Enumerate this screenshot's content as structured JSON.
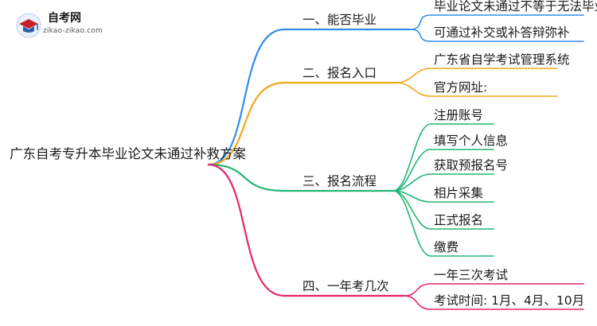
{
  "logo": {
    "title": "自考网",
    "url_text": "zikao-zikao.com"
  },
  "root": {
    "label": "广东自考专升本毕业论文未通过补救方案"
  },
  "branches": [
    {
      "label": "一、能否毕业",
      "color": "#2f8fe6",
      "children": [
        "毕业论文未通过不等于无法毕业",
        "可通过补交或补答辩弥补"
      ]
    },
    {
      "label": "二、报名入口",
      "color": "#f0a81a",
      "children": [
        "广东省自学考试管理系统",
        "官方网址:"
      ]
    },
    {
      "label": "三、报名流程",
      "color": "#22b573",
      "children": [
        "注册账号",
        "填写个人信息",
        "获取预报名号",
        "相片采集",
        "正式报名",
        "缴费"
      ]
    },
    {
      "label": "四、一年考几次",
      "color": "#e8246a",
      "children": [
        "一年三次考试",
        "考试时间: 1月、4月、10月"
      ]
    }
  ]
}
